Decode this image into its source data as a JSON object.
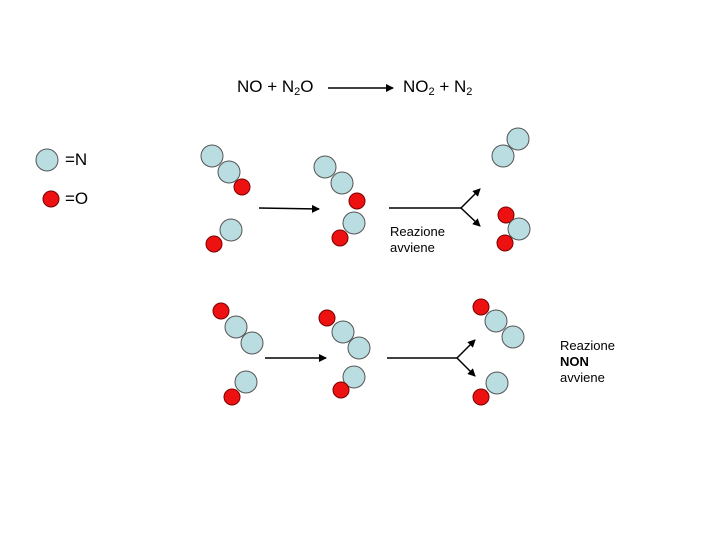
{
  "equation": {
    "left": {
      "a": "NO + N",
      "sub": "2",
      "b": "O"
    },
    "right": {
      "a": "NO",
      "sub1": "2",
      "b": " + N",
      "sub2": "2"
    }
  },
  "legend": {
    "nitrogen_label": "=N",
    "oxygen_label": "=O"
  },
  "notes": {
    "success": {
      "line1": "Reazione",
      "line2": "avviene"
    },
    "failure": {
      "line1": "Reazione",
      "line2": "NON",
      "line3": "avviene"
    }
  },
  "colors": {
    "nitrogen": "#b9dde0",
    "oxygen": "#ee1111",
    "outline": "#555555"
  }
}
